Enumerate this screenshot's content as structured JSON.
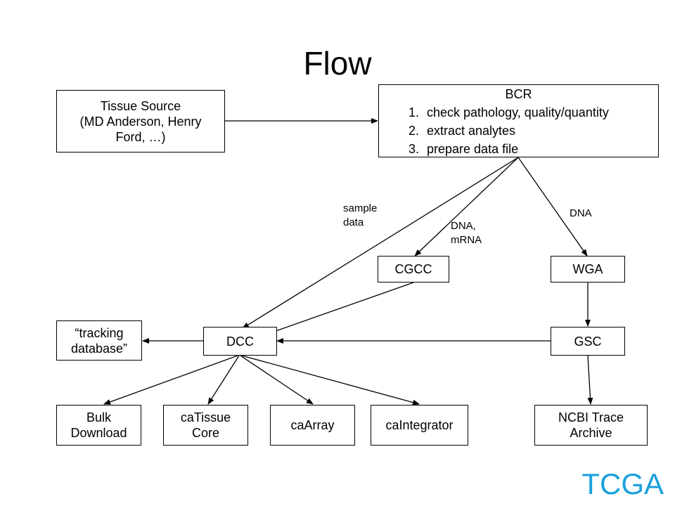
{
  "title": "Flow",
  "brand": {
    "text": "TCGA",
    "color": "#1aa1dc"
  },
  "nodes": {
    "tissue_source": {
      "lines": [
        "Tissue Source",
        "(MD Anderson, Henry",
        "Ford, …)"
      ]
    },
    "bcr": {
      "title": "BCR",
      "steps": [
        {
          "num": "1.",
          "text": "check pathology, quality/quantity"
        },
        {
          "num": "2.",
          "text": "extract analytes"
        },
        {
          "num": "3.",
          "text": "prepare data file"
        }
      ]
    },
    "cgcc": {
      "label": "CGCC"
    },
    "wga": {
      "label": "WGA"
    },
    "tracking_db": {
      "lines": [
        "“tracking",
        "database”"
      ]
    },
    "dcc": {
      "label": "DCC"
    },
    "gsc": {
      "label": "GSC"
    },
    "bulk_download": {
      "lines": [
        "Bulk",
        "Download"
      ]
    },
    "catissue_core": {
      "lines": [
        "caTissue",
        "Core"
      ]
    },
    "caarray": {
      "label": "caArray"
    },
    "caintegrator": {
      "label": "caIntegrator"
    },
    "ncbi_trace": {
      "lines": [
        "NCBI Trace",
        "Archive"
      ]
    }
  },
  "edge_labels": {
    "sample_data": [
      "sample",
      "data"
    ],
    "dna_mrna": [
      "DNA,",
      "mRNA"
    ],
    "dna": "DNA"
  },
  "edges": [
    {
      "from": "tissue_source",
      "to": "bcr"
    },
    {
      "from": "bcr",
      "to": "dcc",
      "label": "sample data"
    },
    {
      "from": "bcr",
      "to": "cgcc",
      "label": "DNA, mRNA"
    },
    {
      "from": "bcr",
      "to": "wga",
      "label": "DNA"
    },
    {
      "from": "cgcc",
      "to": "dcc"
    },
    {
      "from": "wga",
      "to": "gsc"
    },
    {
      "from": "gsc",
      "to": "dcc"
    },
    {
      "from": "dcc",
      "to": "tracking_db"
    },
    {
      "from": "dcc",
      "to": "bulk_download"
    },
    {
      "from": "dcc",
      "to": "catissue_core"
    },
    {
      "from": "dcc",
      "to": "caarray"
    },
    {
      "from": "dcc",
      "to": "caintegrator"
    },
    {
      "from": "gsc",
      "to": "ncbi_trace"
    }
  ]
}
